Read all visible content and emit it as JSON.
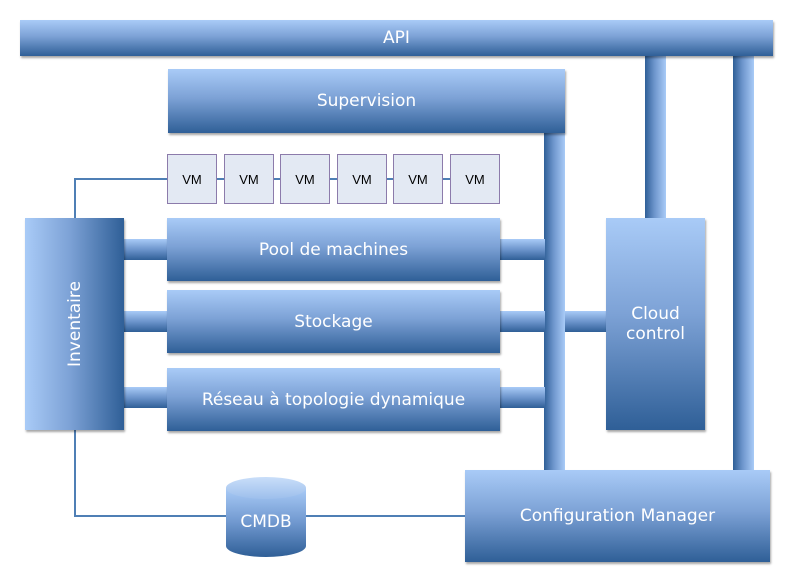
{
  "diagram": {
    "api": {
      "label": "API"
    },
    "supervision": {
      "label": "Supervision"
    },
    "vms": [
      {
        "label": "VM"
      },
      {
        "label": "VM"
      },
      {
        "label": "VM"
      },
      {
        "label": "VM"
      },
      {
        "label": "VM"
      },
      {
        "label": "VM"
      }
    ],
    "inventaire": {
      "label": "Inventaire"
    },
    "layers": [
      {
        "label": "Pool de machines"
      },
      {
        "label": "Stockage"
      },
      {
        "label": "Réseau à topologie dynamique"
      }
    ],
    "cloud_control": {
      "label_line1": "Cloud",
      "label_line2": "control"
    },
    "cmdb": {
      "label": "CMDB"
    },
    "config_manager": {
      "label": "Configuration Manager"
    },
    "colors": {
      "box_light": "#a9cbf7",
      "box_dark": "#2f5f97",
      "vm_fill": "#e3e9f3",
      "vm_border": "#8c7bab",
      "connector_line": "#4f7fb5"
    }
  }
}
